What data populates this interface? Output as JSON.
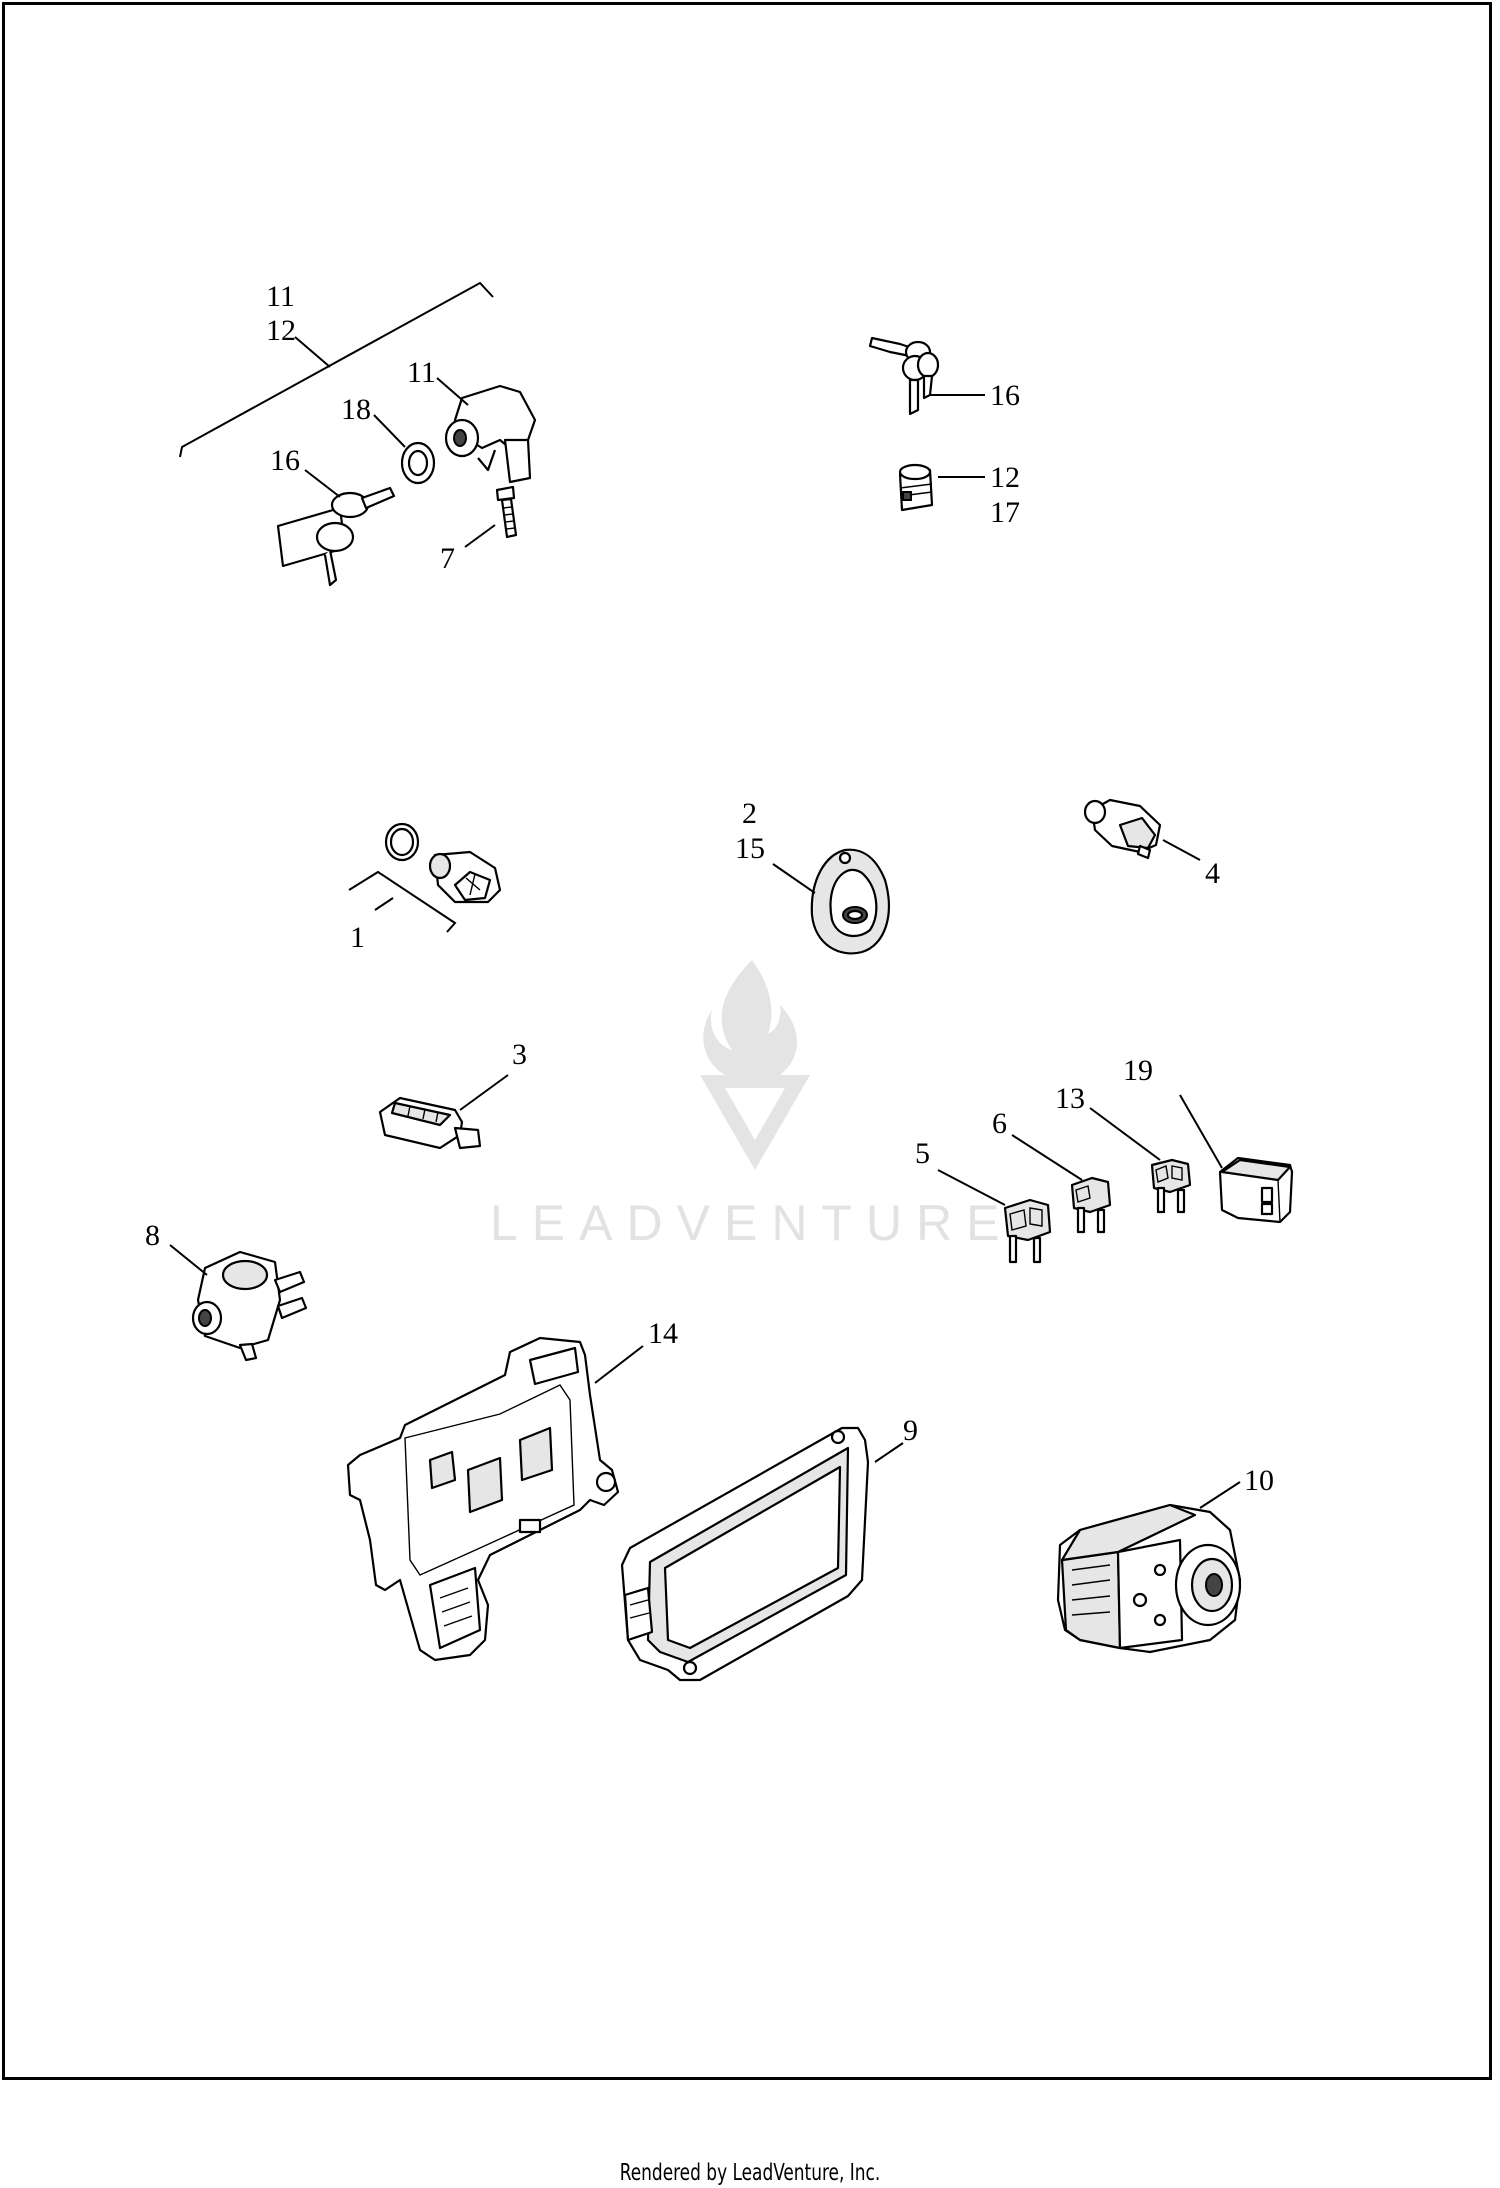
{
  "watermark": {
    "text": "LEADVENTURE"
  },
  "callouts": {
    "ignition_kit_a": "11",
    "ignition_kit_b": "12",
    "ignition_lock": "11",
    "ring_18": "18",
    "keys_16_left": "16",
    "screw_7": "7",
    "keys_16_right": "16",
    "cylinder_a": "12",
    "cylinder_b": "17",
    "switch_kit": "1",
    "fob_a": "2",
    "fob_b": "15",
    "switch_4": "4",
    "connector_3": "3",
    "relay_19": "19",
    "fuse_13": "13",
    "fuse_6": "6",
    "fuse_5": "5",
    "valve_8": "8",
    "bracket_14": "14",
    "module_9": "9",
    "abs_10": "10"
  },
  "footer": {
    "text": "Rendered by LeadVenture, Inc."
  }
}
